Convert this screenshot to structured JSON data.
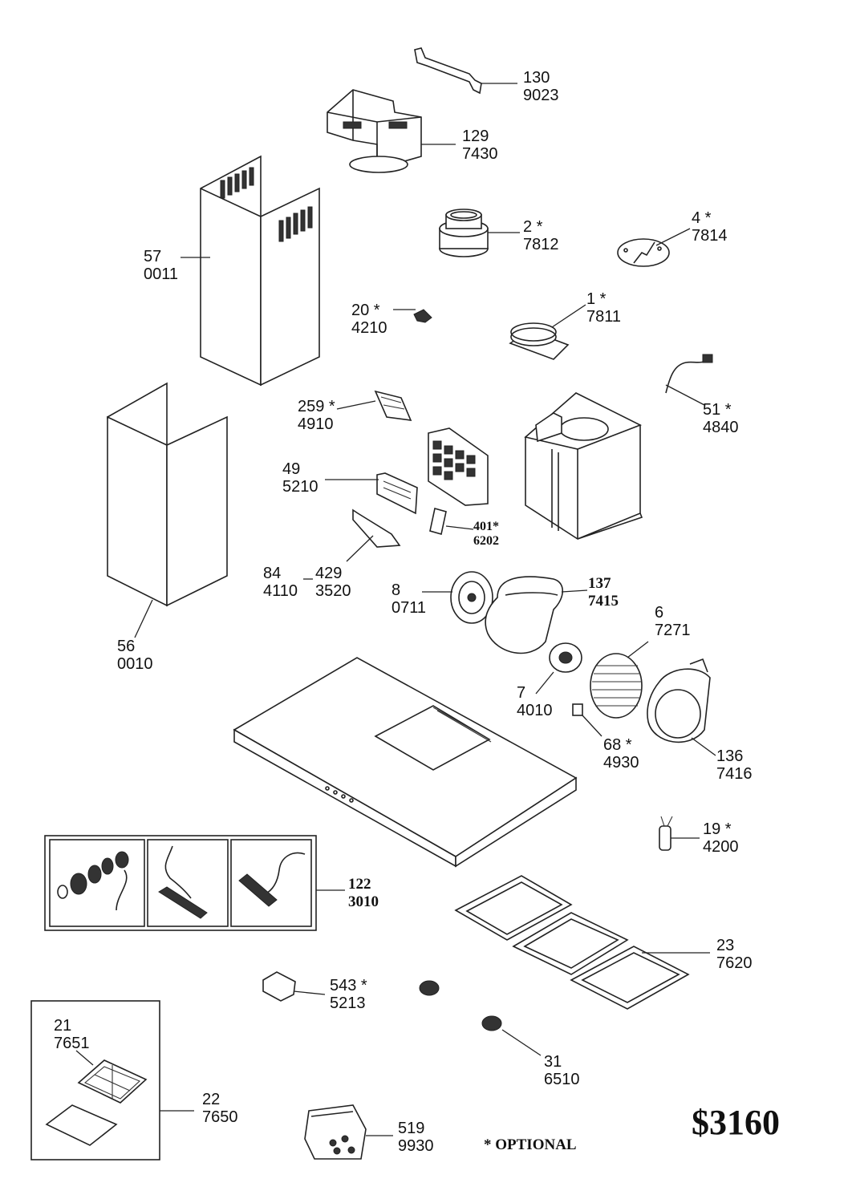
{
  "callouts": [
    {
      "id": "c130",
      "num": "130",
      "code": "9023"
    },
    {
      "id": "c129",
      "num": "129",
      "code": "7430"
    },
    {
      "id": "c57",
      "num": "57",
      "code": "0011"
    },
    {
      "id": "c2",
      "num": "2 *",
      "code": "7812"
    },
    {
      "id": "c4",
      "num": "4 *",
      "code": "7814"
    },
    {
      "id": "c20",
      "num": "20 *",
      "code": "4210"
    },
    {
      "id": "c1",
      "num": "1 *",
      "code": "7811"
    },
    {
      "id": "c259",
      "num": "259 *",
      "code": "4910"
    },
    {
      "id": "c51",
      "num": "51 *",
      "code": "4840"
    },
    {
      "id": "c49",
      "num": "49",
      "code": "5210"
    },
    {
      "id": "c401",
      "num": "401*",
      "code": "6202"
    },
    {
      "id": "c84",
      "num": "84",
      "code": "4110"
    },
    {
      "id": "c429",
      "num": "429",
      "code": "3520"
    },
    {
      "id": "c8",
      "num": "8",
      "code": "0711"
    },
    {
      "id": "c137",
      "num": "137",
      "code": "7415"
    },
    {
      "id": "c6",
      "num": "6",
      "code": "7271"
    },
    {
      "id": "c56",
      "num": "56",
      "code": "0010"
    },
    {
      "id": "c7",
      "num": "7",
      "code": "4010"
    },
    {
      "id": "c68",
      "num": "68 *",
      "code": "4930"
    },
    {
      "id": "c136",
      "num": "136",
      "code": "7416"
    },
    {
      "id": "c19",
      "num": "19 *",
      "code": "4200"
    },
    {
      "id": "c122",
      "num": "122",
      "code": "3010"
    },
    {
      "id": "c23",
      "num": "23",
      "code": "7620"
    },
    {
      "id": "c543",
      "num": "543 *",
      "code": "5213"
    },
    {
      "id": "c21",
      "num": "21",
      "code": "7651"
    },
    {
      "id": "c22",
      "num": "22",
      "code": "7650"
    },
    {
      "id": "c31",
      "num": "31",
      "code": "6510"
    },
    {
      "id": "c519",
      "num": "519",
      "code": "9930"
    }
  ],
  "model_code": "$3160",
  "optional_note": "* OPTIONAL"
}
